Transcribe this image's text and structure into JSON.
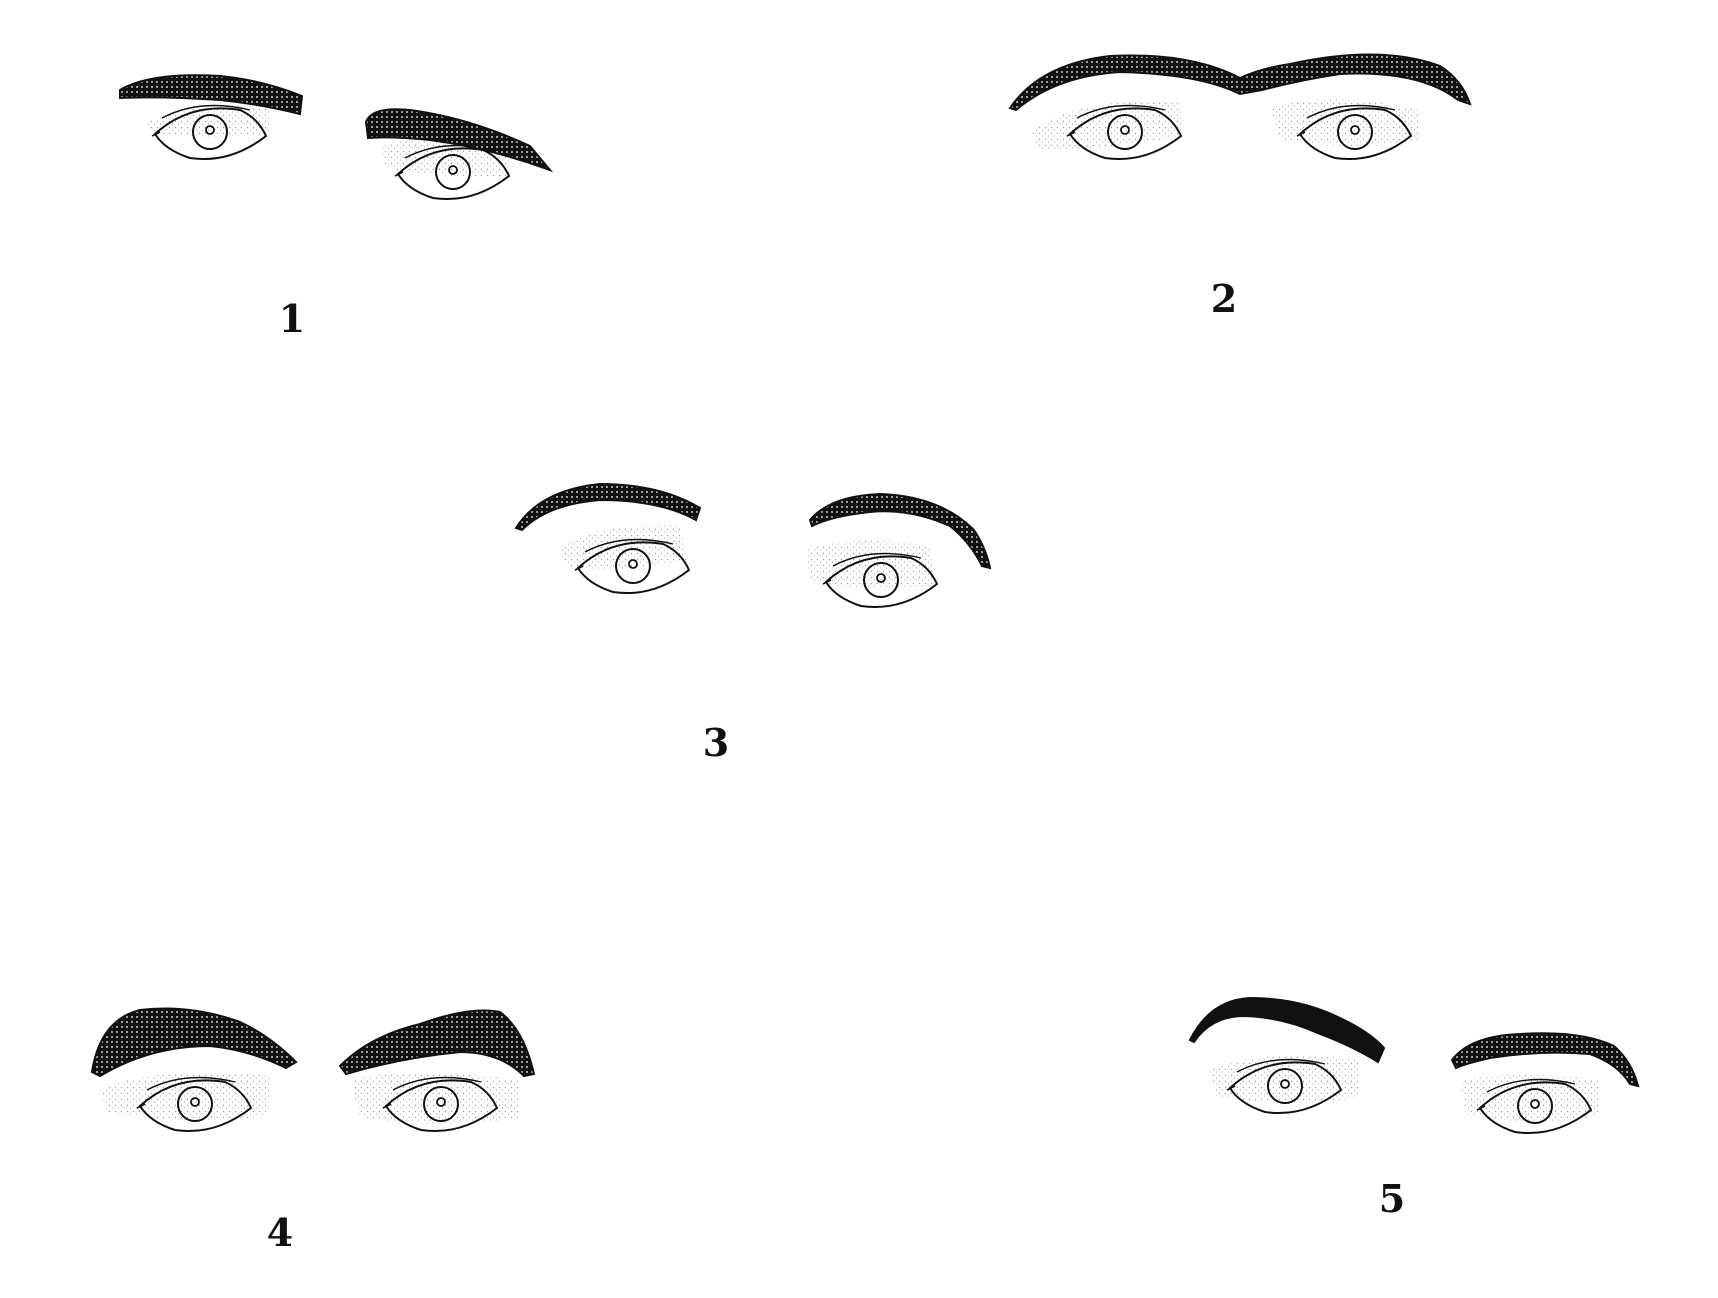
{
  "figure": {
    "panels": [
      {
        "label": "1",
        "brow_style": "flat-thick"
      },
      {
        "label": "2",
        "brow_style": "joined-unibrow"
      },
      {
        "label": "3",
        "brow_style": "arched-thin"
      },
      {
        "label": "4",
        "brow_style": "bushy"
      },
      {
        "label": "5",
        "brow_style": "high-arched"
      }
    ],
    "colors": {
      "ink": "#111111",
      "shading": "#777777",
      "background": "#ffffff"
    }
  }
}
